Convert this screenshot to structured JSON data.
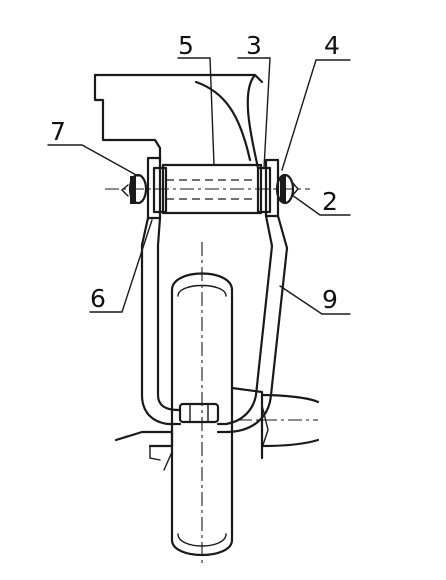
{
  "diagram": {
    "callouts": [
      {
        "id": "c5",
        "label": "5"
      },
      {
        "id": "c3",
        "label": "3"
      },
      {
        "id": "c4",
        "label": "4"
      },
      {
        "id": "c7",
        "label": "7"
      },
      {
        "id": "c2",
        "label": "2"
      },
      {
        "id": "c6",
        "label": "6"
      },
      {
        "id": "c9",
        "label": "9"
      }
    ],
    "line_color": "#1a1a1a",
    "background": "#ffffff"
  }
}
